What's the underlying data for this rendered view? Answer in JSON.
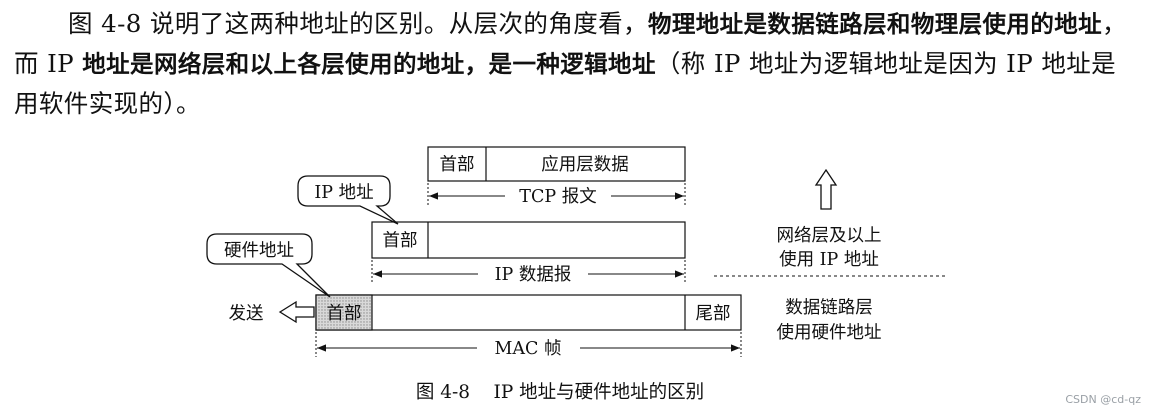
{
  "paragraph": {
    "p1": "图 4-8 说明了这两种地址的区别。从层次的角度看，",
    "b1": "物理地址是数据链路层和物理层使用的地址",
    "p2": "，而 IP ",
    "b2": "地址是网络层和以上各层使用的地址，是一种逻辑地址",
    "p3": "（称 IP 地址为逻辑地址是因为 IP 地址是用软件实现的）。"
  },
  "diagram": {
    "tcp_header": "首部",
    "tcp_data": "应用层数据",
    "tcp_span": "TCP 报文",
    "ip_header": "首部",
    "ip_span": "IP 数据报",
    "mac_header": "首部",
    "mac_trailer": "尾部",
    "mac_span": "MAC 帧",
    "callout_ip": "IP 地址",
    "callout_hw": "硬件地址",
    "send_label": "发送",
    "net_layer_line1": "网络层及以上",
    "net_layer_line2": "使用 IP 地址",
    "dl_layer_line1": "数据链路层",
    "dl_layer_line2": "使用硬件地址"
  },
  "caption": "图 4-8    IP 地址与硬件地址的区别",
  "watermark": "CSDN @cd-qz"
}
